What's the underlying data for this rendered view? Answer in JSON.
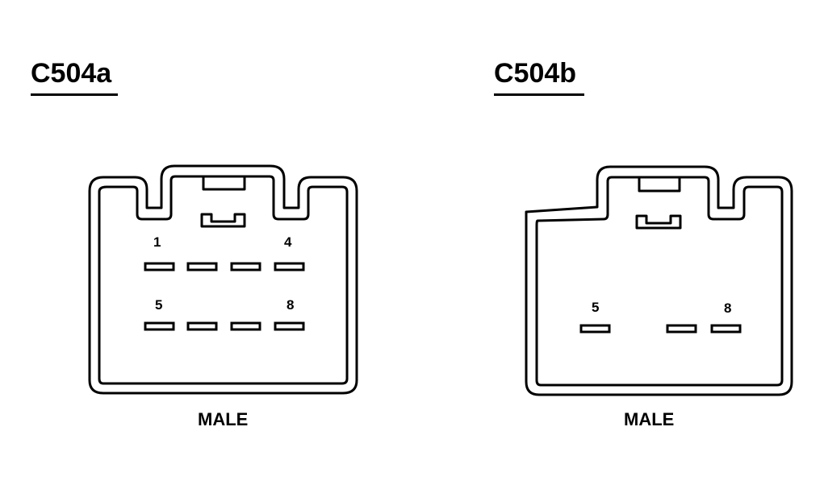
{
  "connectors": [
    {
      "id": "C504a",
      "title": "C504a",
      "gender": "MALE",
      "pin_labels": [
        "1",
        "4",
        "5",
        "8"
      ],
      "pins_present": [
        1,
        2,
        3,
        4,
        5,
        6,
        7,
        8
      ]
    },
    {
      "id": "C504b",
      "title": "C504b",
      "gender": "MALE",
      "pin_labels": [
        "5",
        "8"
      ],
      "pins_present": [
        5,
        7,
        8
      ]
    }
  ],
  "colors": {
    "line": "#000000",
    "background": "#ffffff"
  }
}
